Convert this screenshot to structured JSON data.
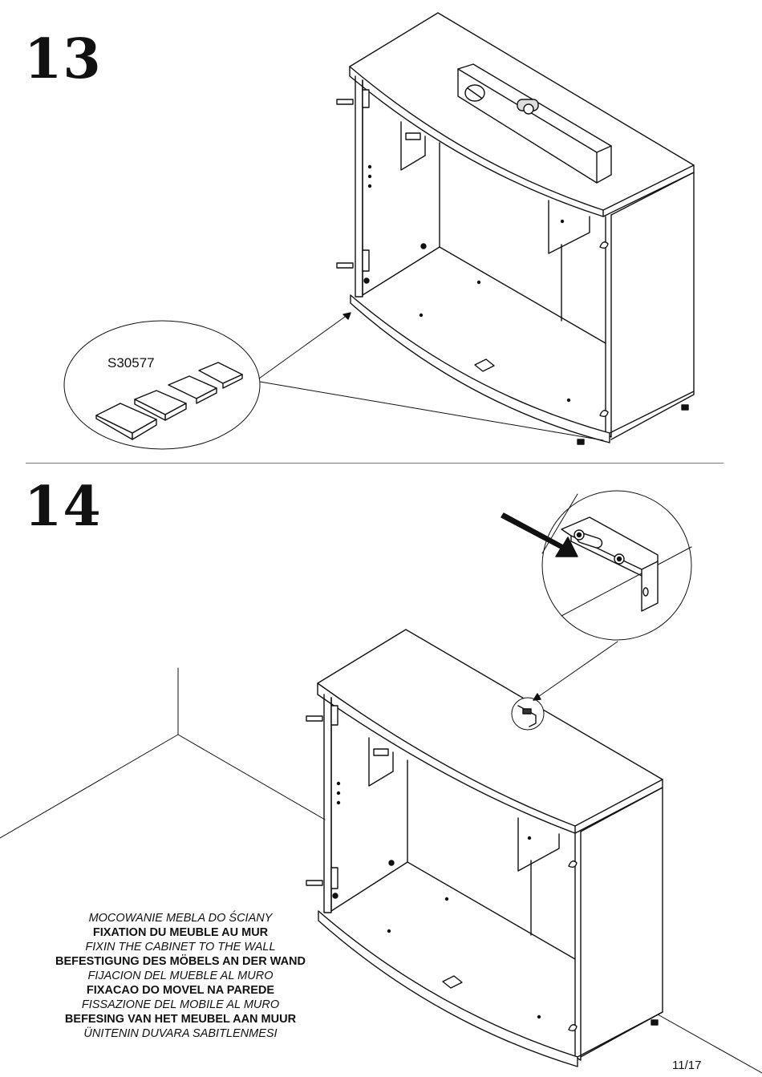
{
  "steps": [
    {
      "number": "13",
      "part_code": "S30577"
    },
    {
      "number": "14"
    }
  ],
  "caption_lines": [
    {
      "text": "MOCOWANIE MEBLA DO ŚCIANY",
      "style": "italic"
    },
    {
      "text": "FIXATION DU MEUBLE AU MUR",
      "style": "bold"
    },
    {
      "text": "FIXIN THE CABINET TO THE WALL",
      "style": "italic"
    },
    {
      "text": "BEFESTIGUNG DES MÖBELS AN DER WAND",
      "style": "bold"
    },
    {
      "text": "FIJACION DEL MUEBLE AL MURO",
      "style": "italic"
    },
    {
      "text": "FIXACAO DO MOVEL NA PAREDE",
      "style": "bold"
    },
    {
      "text": "FISSAZIONE DEL MOBILE AL MURO",
      "style": "italic"
    },
    {
      "text": "BEFESING VAN HET MEUBEL AAN MUUR",
      "style": "bold"
    },
    {
      "text": "ÜNITENIN DUVARA SABITLENMESI",
      "style": "italic"
    }
  ],
  "page_number": "11/17",
  "icons": {
    "spirit_level": "spirit-level-icon",
    "wedge_shims": "wedge-shim-icon",
    "wall_bracket": "wall-bracket-icon",
    "arrow": "arrow-icon"
  }
}
